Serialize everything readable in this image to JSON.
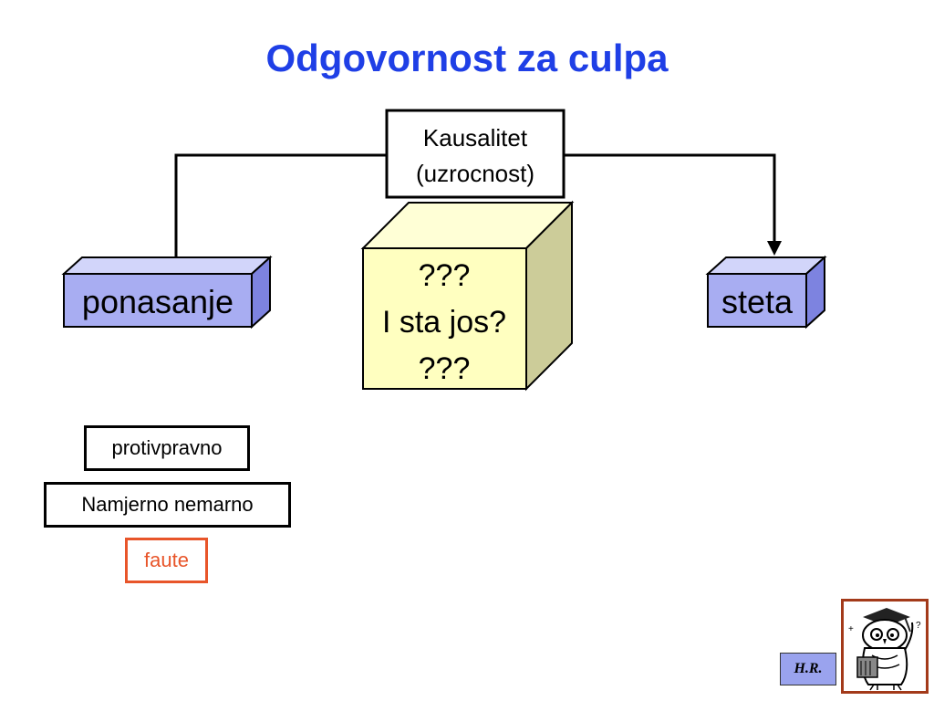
{
  "title": "Odgovornost za culpa",
  "causality_box": {
    "line1": "Kausalitet",
    "line2": "(uzrocnost)"
  },
  "left_box": {
    "label": "ponasanje"
  },
  "center_box": {
    "line1": "???",
    "line2": "I sta jos?",
    "line3": "???"
  },
  "right_box": {
    "label": "steta"
  },
  "small_boxes": {
    "protivpravno": "protivpravno",
    "namjerno": "Namjerno nemarno",
    "faute": "faute"
  },
  "badge": "H.R.",
  "colors": {
    "title": "#1f3fe6",
    "box_front": "#a8adf2",
    "box_top": "#d2d5fa",
    "box_side": "#7d83e0",
    "cube_front": "#ffffc0",
    "cube_top": "#ffffd6",
    "cube_side": "#cccc99",
    "faute": "#e8552a"
  },
  "icons": {
    "owl": "owl-graduate-icon"
  }
}
